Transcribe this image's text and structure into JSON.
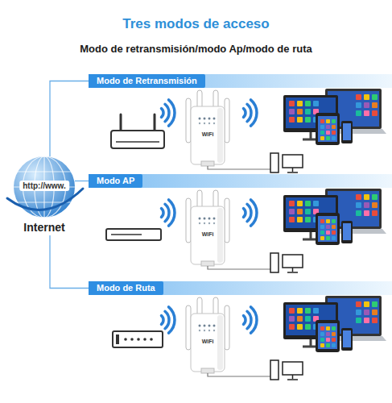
{
  "diagram": {
    "title": "Tres modos de acceso",
    "nodes": [
      {
        "text": [
          "http://www.",
          "Internet"
        ]
      },
      {
        "text": [
          "Modo de Retransmisión"
        ]
      },
      {
        "text": [
          "Modo AP"
        ]
      },
      {
        "text": [
          "Modo de Ruta"
        ]
      }
    ],
    "edges": [
      {
        "from": 0,
        "to": 1,
        "arrow": "none"
      },
      {
        "from": 0,
        "to": 2,
        "arrow": "none"
      },
      {
        "from": 0,
        "to": 3,
        "arrow": "none"
      }
    ],
    "labels": [
      "Modo de retransmisión/modo Ap/modo de ruta",
      "WiFi",
      "WiFi",
      "WiFi"
    ]
  }
}
